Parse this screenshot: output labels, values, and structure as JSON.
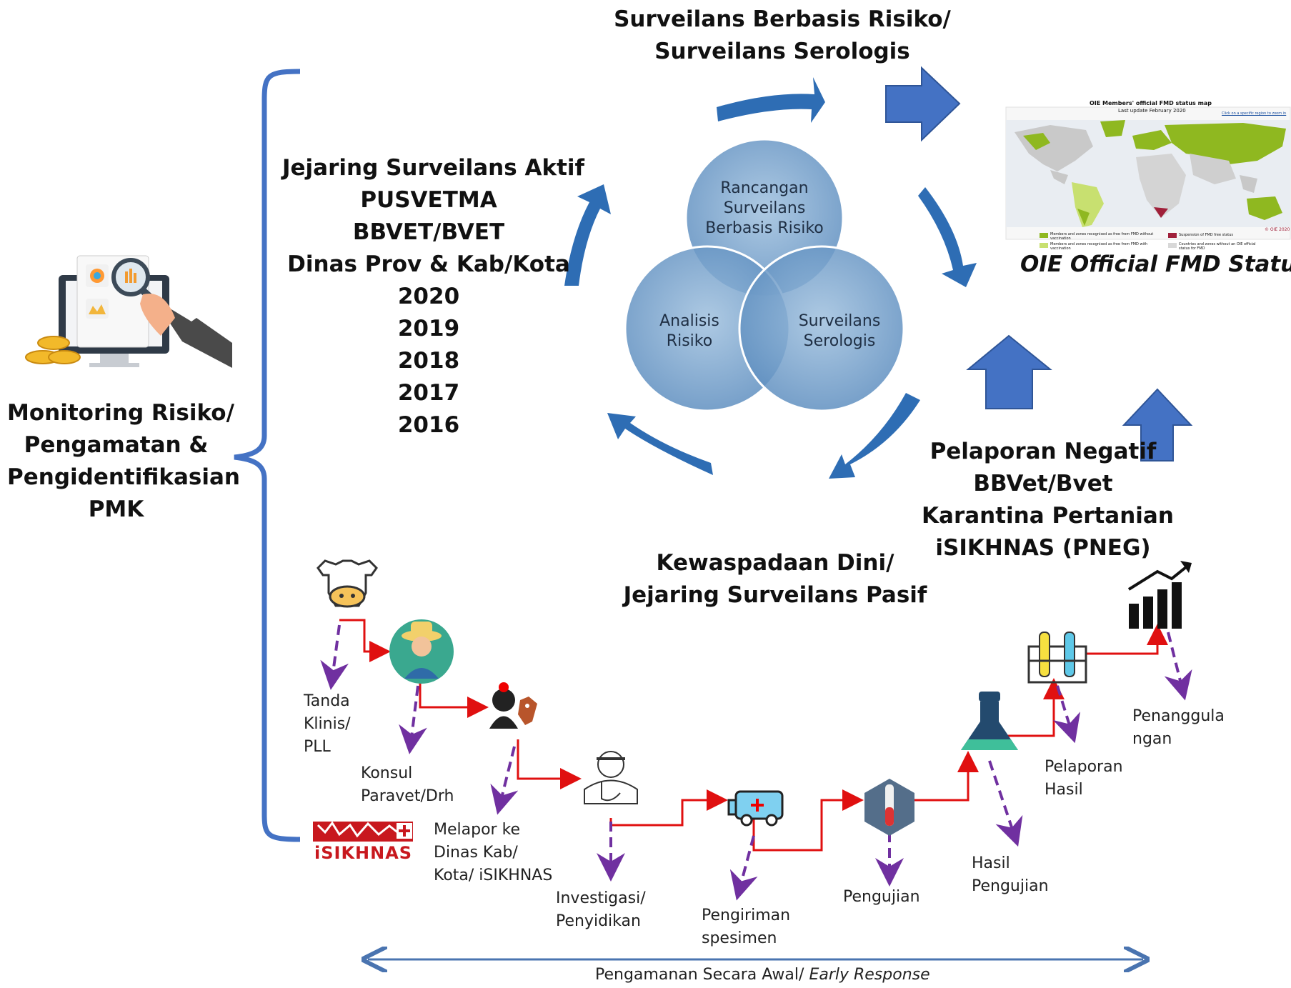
{
  "left_block": {
    "title_lines": [
      "Monitoring  Risiko/",
      "Pengamatan &",
      "Pengidentifikasian",
      "PMK"
    ]
  },
  "active_surveillance": {
    "lines": [
      "Jejaring Surveilans Aktif",
      "PUSVETMA",
      "BBVET/BVET",
      "Dinas Prov & Kab/Kota",
      "2020",
      "2019",
      "2018",
      "2017",
      "2016"
    ]
  },
  "top_heading": {
    "lines": [
      "Surveilans Berbasis Risiko/",
      "Surveilans Serologis"
    ]
  },
  "venn": {
    "top": [
      "Rancangan",
      "Surveilans",
      "Berbasis Risiko"
    ],
    "left": [
      "Analisis",
      "Risiko"
    ],
    "right": [
      "Surveilans",
      "Serologis"
    ]
  },
  "oie_map": {
    "header": "OIE Members' official FMD status map",
    "subheader": "Last update February 2020",
    "link_note": "Click on a specific region to zoom in",
    "copyright": "© OIE 2020",
    "legend": [
      {
        "label": "Members and zones recognised as free from FMD without vaccination",
        "color": "#8fb820"
      },
      {
        "label": "Members and zones recognised as free from FMD with vaccination",
        "color": "#c8e070"
      },
      {
        "label": "Suspension of FMD free status",
        "color": "#a0203a"
      },
      {
        "label": "Countries and zones without an OIE official status for FMD",
        "color": "#d8d8d8"
      }
    ],
    "caption": "OIE Official FMD Status"
  },
  "negative_reporting": {
    "lines": [
      "Pelaporan Negatif",
      "BBVet/Bvet",
      "Karantina Pertanian",
      "iSIKHNAS (PNEG)"
    ]
  },
  "passive_heading": {
    "lines": [
      "Kewaspadaan Dini/",
      "Jejaring Surveilans Pasif"
    ]
  },
  "flow_steps": {
    "tanda": [
      "Tanda",
      "Klinis/",
      "PLL"
    ],
    "konsul": [
      "Konsul",
      "Paravet/Drh"
    ],
    "melapor": [
      "Melapor ke",
      "Dinas Kab/",
      "Kota/ iSIKHNAS"
    ],
    "investigasi": [
      "Investigasi/",
      "Penyidikan"
    ],
    "pengiriman": [
      "Pengiriman",
      "spesimen"
    ],
    "pengujian": [
      "Pengujian"
    ],
    "hasil_pengujian": [
      "Hasil",
      "Pengujian"
    ],
    "pelaporan_hasil": [
      "Pelaporan",
      "Hasil"
    ],
    "penanggulangan": [
      "Penanggula",
      "ngan"
    ]
  },
  "isikhnas_logo": "iSIKHNAS",
  "bottom_label": {
    "prefix": "Pengamanan Secara Awal/ ",
    "italic": "Early Response"
  },
  "colors": {
    "bracket": "#4472c4",
    "cycle_arrow": "#2e6db4",
    "block_arrow": "#4472c4",
    "venn_fill": "#6f9cc8",
    "flow_red": "#e01010",
    "flow_purple": "#7030a0",
    "response_arrow": "#4a74b0"
  }
}
